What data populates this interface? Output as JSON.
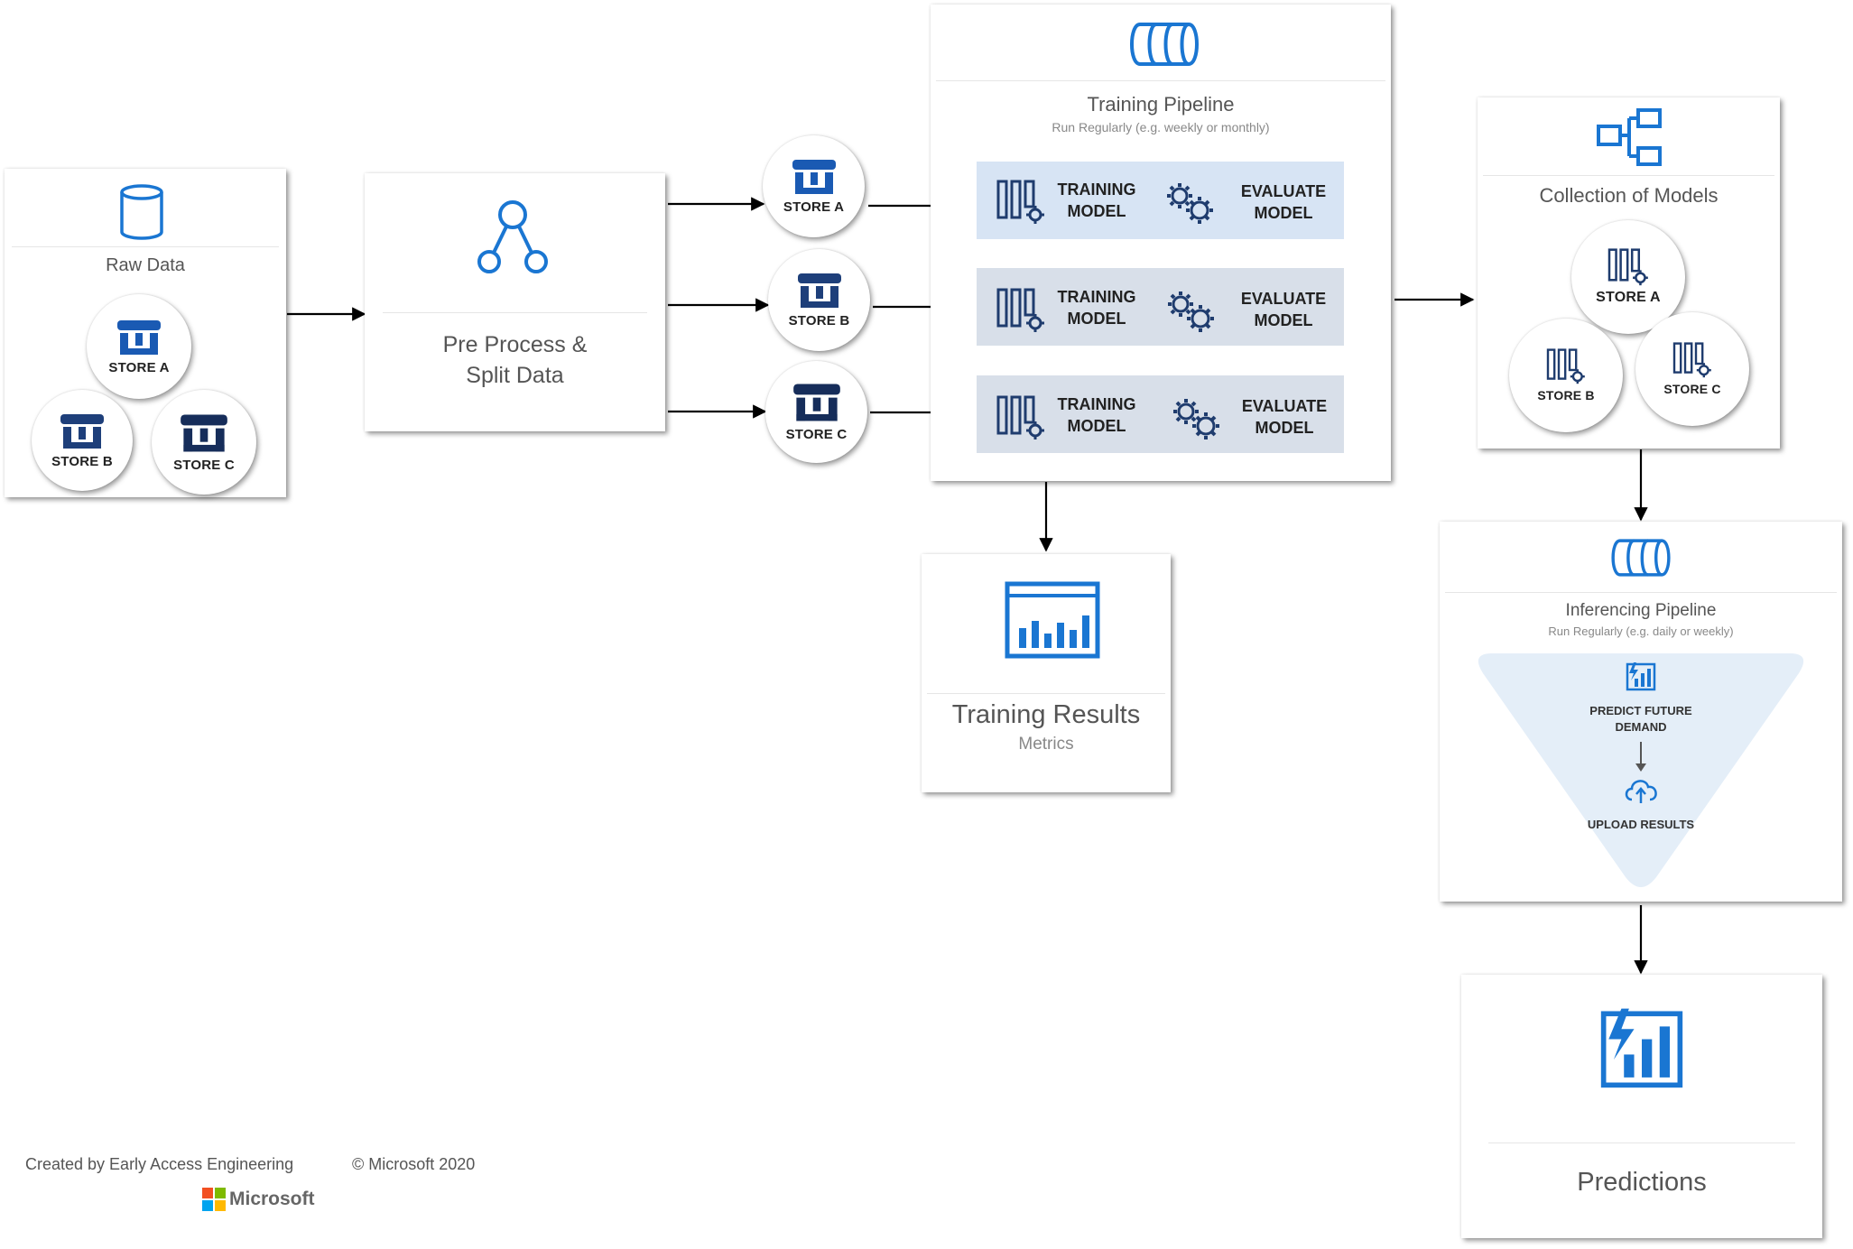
{
  "raw_data": {
    "title": "Raw Data",
    "stores": [
      "STORE A",
      "STORE B",
      "STORE C"
    ]
  },
  "preprocess": {
    "title_line1": "Pre Process &",
    "title_line2": "Split Data"
  },
  "store_splits": [
    "STORE A",
    "STORE B",
    "STORE C"
  ],
  "training_pipeline": {
    "title": "Training Pipeline",
    "subtitle": "Run Regularly (e.g. weekly or monthly)",
    "rows": [
      {
        "train_line1": "TRAINING",
        "train_line2": "MODEL",
        "eval_line1": "EVALUATE",
        "eval_line2": "MODEL"
      },
      {
        "train_line1": "TRAINING",
        "train_line2": "MODEL",
        "eval_line1": "EVALUATE",
        "eval_line2": "MODEL"
      },
      {
        "train_line1": "TRAINING",
        "train_line2": "MODEL",
        "eval_line1": "EVALUATE",
        "eval_line2": "MODEL"
      }
    ]
  },
  "training_results": {
    "title": "Training Results",
    "subtitle": "Metrics"
  },
  "collection": {
    "title": "Collection of Models",
    "stores": [
      "STORE A",
      "STORE B",
      "STORE C"
    ]
  },
  "inferencing": {
    "title": "Inferencing Pipeline",
    "subtitle": "Run Regularly (e.g. daily or weekly)",
    "step1_line1": "PREDICT FUTURE",
    "step1_line2": "DEMAND",
    "step2": "UPLOAD RESULTS"
  },
  "predictions": {
    "title": "Predictions"
  },
  "footer": {
    "created_by": "Created by Early Access Engineering",
    "copyright": "© Microsoft 2020",
    "brand": "Microsoft"
  },
  "colors": {
    "accent": "#1a76d2",
    "navy": "#1f3c6e",
    "band_light": "#d7e4f4",
    "band_gray": "#d8dfe9",
    "triangle": "#e4eef8"
  },
  "icons": [
    "database-icon",
    "store-icon",
    "branch-icon",
    "pipeline-icon",
    "model-gear-icon",
    "gears-icon",
    "chart-icon",
    "collection-icon",
    "predict-icon",
    "cloud-upload-icon",
    "microsoft-logo"
  ]
}
